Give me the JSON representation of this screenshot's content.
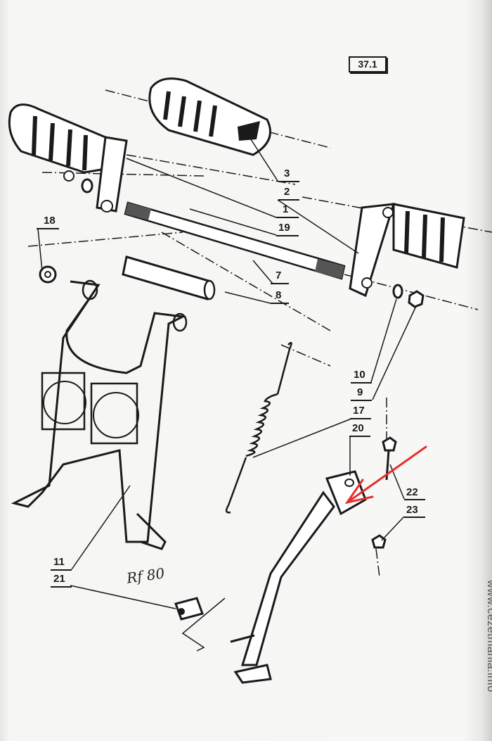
{
  "figure_number": "37.1",
  "part_labels": {
    "p1": "1",
    "p2": "2",
    "p3": "3",
    "p7": "7",
    "p8": "8",
    "p9": "9",
    "p10": "10",
    "p11": "11",
    "p17": "17",
    "p18": "18",
    "p19": "19",
    "p20": "20",
    "p21": "21",
    "p22": "22",
    "p23": "23"
  },
  "signature": "Rf 80",
  "watermark": "www.cezetmania.info",
  "colors": {
    "ink": "#1a1a1a",
    "arrow": "#e53030",
    "paper": "#f3f3f1"
  }
}
